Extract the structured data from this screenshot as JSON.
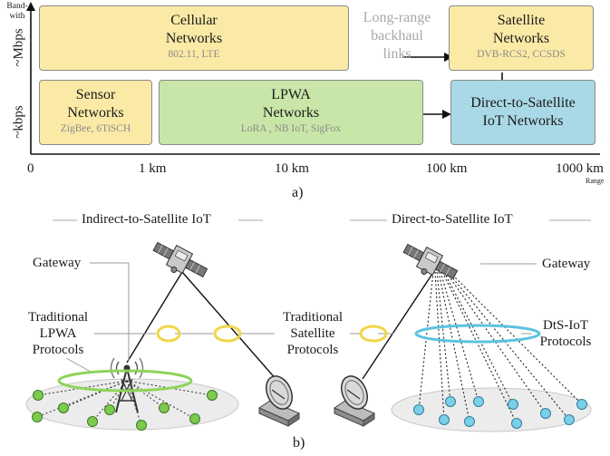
{
  "part_a": {
    "axis": {
      "y_title": "Band-with",
      "y_high": "~Mbps",
      "y_low": "~kbps",
      "x_ticks": [
        "0",
        "1 km",
        "10 km",
        "100 km",
        "1000 km"
      ],
      "x_title": "Range"
    },
    "boxes": {
      "cellular": {
        "title_line1": "Cellular",
        "title_line2": "Networks",
        "sub": "802.11, LTE"
      },
      "backhaul": {
        "line1": "Long-range",
        "line2": "backhaul",
        "line3": "links"
      },
      "satellite": {
        "title_line1": "Satellite",
        "title_line2": "Networks",
        "sub": "DVB-RCS2, CCSDS"
      },
      "sensor": {
        "title_line1": "Sensor",
        "title_line2": "Networks",
        "sub": "ZigBee, 6TiSCH"
      },
      "lpwa": {
        "title_line1": "LPWA",
        "title_line2": "Networks",
        "sub": "LoRA , NB IoT, SigFox"
      },
      "dts": {
        "title_line1": "Direct-to-Satellite",
        "title_line2": "IoT Networks"
      }
    },
    "caption": "a)"
  },
  "part_b": {
    "indirect_title": "Indirect-to-Satellite IoT",
    "direct_title": "Direct-to-Satellite IoT",
    "gateway_left": "Gateway",
    "gateway_right": "Gateway",
    "lpwa_protocols": [
      "Traditional",
      "LPWA",
      "Protocols"
    ],
    "satellite_protocols": [
      "Traditional",
      "Satellite",
      "Protocols"
    ],
    "dts_protocols": [
      "DtS-IoT",
      "Protocols"
    ],
    "caption": "b)"
  },
  "colors": {
    "yellow": "#fbeaa6",
    "green": "#c8e6a8",
    "blue": "#a9d8e6",
    "ring_yellow": "#f0d64a",
    "ring_green": "#8fd35a",
    "ring_blue": "#5cc3e0",
    "device_green": "#7ccb4e",
    "device_blue": "#7ccfe8"
  }
}
